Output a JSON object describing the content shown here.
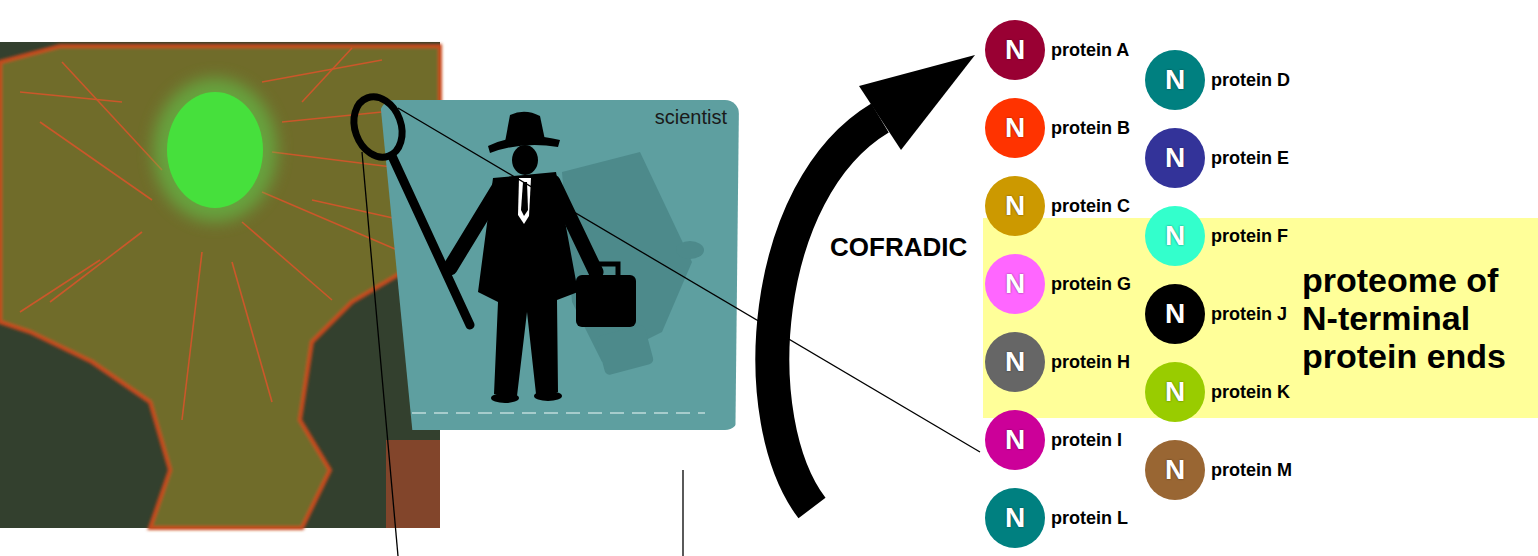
{
  "diagram": {
    "nodes": [
      {
        "text": [
          "scientist"
        ]
      },
      {
        "text": [
          "proteome of N-terminal protein ends"
        ]
      },
      {
        "text": [
          "N",
          "protein A"
        ]
      },
      {
        "text": [
          "N",
          "protein B"
        ]
      },
      {
        "text": [
          "N",
          "protein C"
        ]
      },
      {
        "text": [
          "N",
          "protein G"
        ]
      },
      {
        "text": [
          "N",
          "protein H"
        ]
      },
      {
        "text": [
          "N",
          "protein I"
        ]
      },
      {
        "text": [
          "N",
          "protein L"
        ]
      },
      {
        "text": [
          "N",
          "protein D"
        ]
      },
      {
        "text": [
          "N",
          "protein E"
        ]
      },
      {
        "text": [
          "N",
          "protein F"
        ]
      },
      {
        "text": [
          "N",
          "protein J"
        ]
      },
      {
        "text": [
          "N",
          "protein K"
        ]
      },
      {
        "text": [
          "N",
          "protein M"
        ]
      }
    ],
    "labels": [
      "COFRADIC"
    ]
  }
}
